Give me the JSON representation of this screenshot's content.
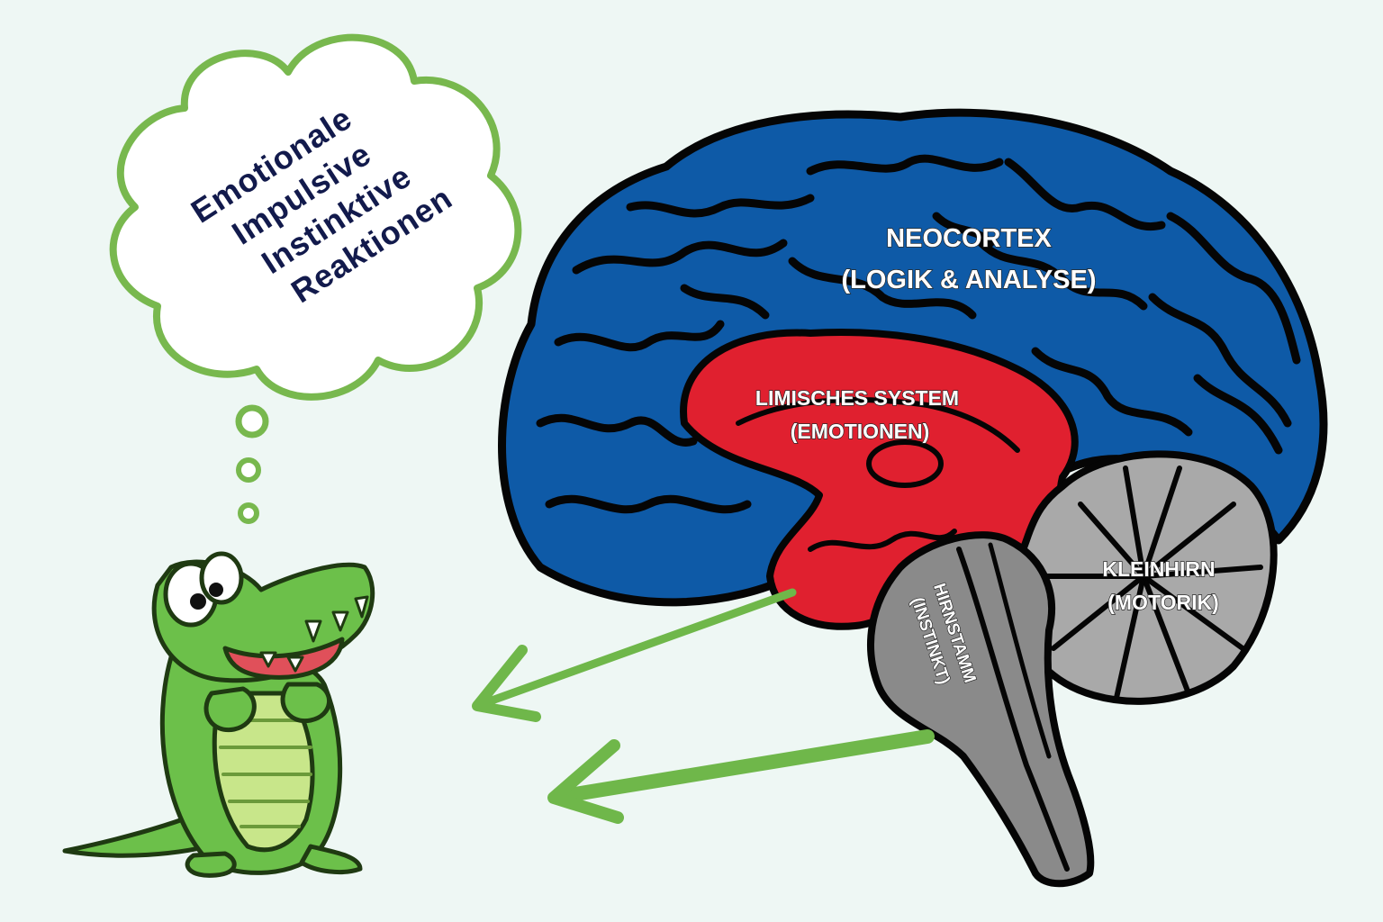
{
  "thought_bubble": {
    "lines": [
      "Emotionale",
      "Impulsive",
      "Instinktive",
      "Reaktionen"
    ]
  },
  "labels": {
    "neocortex": {
      "title": "NEOCORTEX",
      "subtitle": "(LOGIK & ANALYSE)"
    },
    "limbic": {
      "title": "LIMISCHES SYSTEM",
      "subtitle": "(EMOTIONEN)"
    },
    "cerebellum": {
      "title": "KLEINHIRN",
      "subtitle": "(MOTORIK)"
    },
    "brainstem": {
      "title": "HIRNSTAMM",
      "subtitle": "(INSTINKT)"
    }
  },
  "colors": {
    "background": "#eef7f4",
    "neocortex": "#0e5aa7",
    "limbic": "#e0202f",
    "brainstem": "#8a8a8a",
    "cerebellum": "#a9a9a9",
    "arrow": "#6fb74a",
    "bubble_outline": "#78b84e",
    "bubble_text": "#121a4c",
    "crocodile": "#6cc04a"
  }
}
